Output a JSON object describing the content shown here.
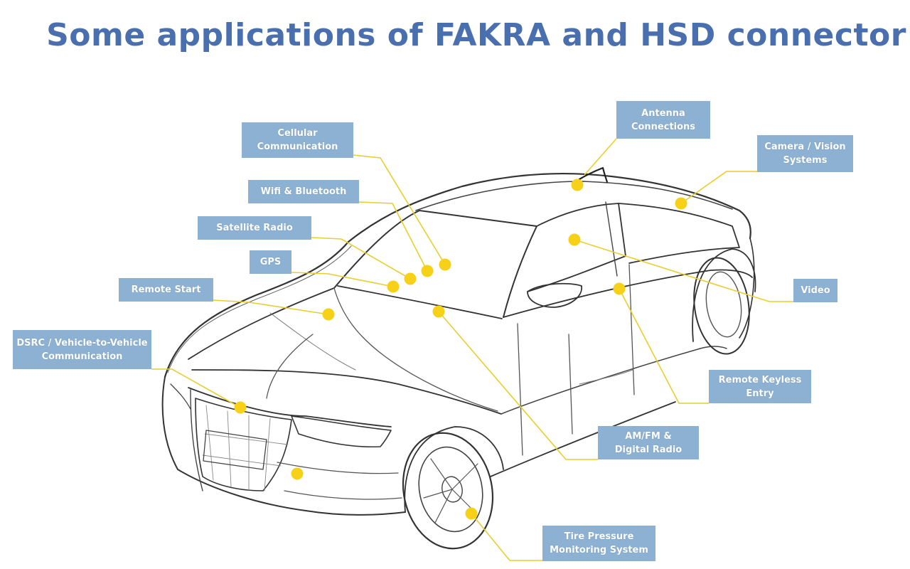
{
  "title": "Some applications of FAKRA and HSD connector",
  "colors": {
    "title": "#4a6fae",
    "label_bg": "#8cb1d3",
    "leader": "#e8ce2e",
    "dot": "#f7d117",
    "sketch": "#3a3a3a"
  },
  "callouts": [
    {
      "id": "antenna",
      "lines": [
        "Antenna",
        "Connections"
      ]
    },
    {
      "id": "cellular",
      "lines": [
        "Cellular",
        "Communication"
      ]
    },
    {
      "id": "camera",
      "lines": [
        "Camera / Vision",
        "Systems"
      ]
    },
    {
      "id": "wifi",
      "lines": [
        "Wifi & Bluetooth"
      ]
    },
    {
      "id": "satellite",
      "lines": [
        "Satellite Radio"
      ]
    },
    {
      "id": "gps",
      "lines": [
        "GPS"
      ]
    },
    {
      "id": "video",
      "lines": [
        "Video"
      ]
    },
    {
      "id": "remote-start",
      "lines": [
        "Remote Start"
      ]
    },
    {
      "id": "dsrc",
      "lines": [
        "DSRC / Vehicle-to-Vehicle",
        "Communication"
      ]
    },
    {
      "id": "keyless",
      "lines": [
        "Remote Keyless",
        "Entry"
      ]
    },
    {
      "id": "amfm",
      "lines": [
        "AM/FM &",
        "Digital Radio"
      ]
    },
    {
      "id": "tpms",
      "lines": [
        "Tire Pressure",
        "Monitoring System"
      ]
    }
  ]
}
